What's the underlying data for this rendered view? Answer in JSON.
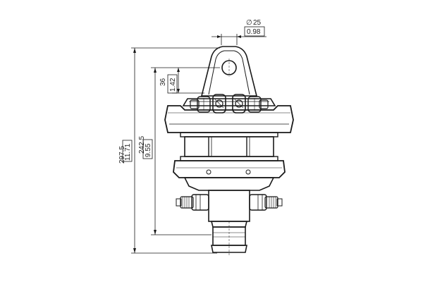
{
  "dimensions": {
    "pin_diameter": {
      "symbol": "∅",
      "metric": "25",
      "imperial": "0.98"
    },
    "ear_offset": {
      "metric": "36",
      "imperial": "1.42"
    },
    "total_height": {
      "metric": "297.5",
      "imperial": "11.71"
    },
    "body_height": {
      "metric": "242.5",
      "imperial": "9.55"
    }
  }
}
